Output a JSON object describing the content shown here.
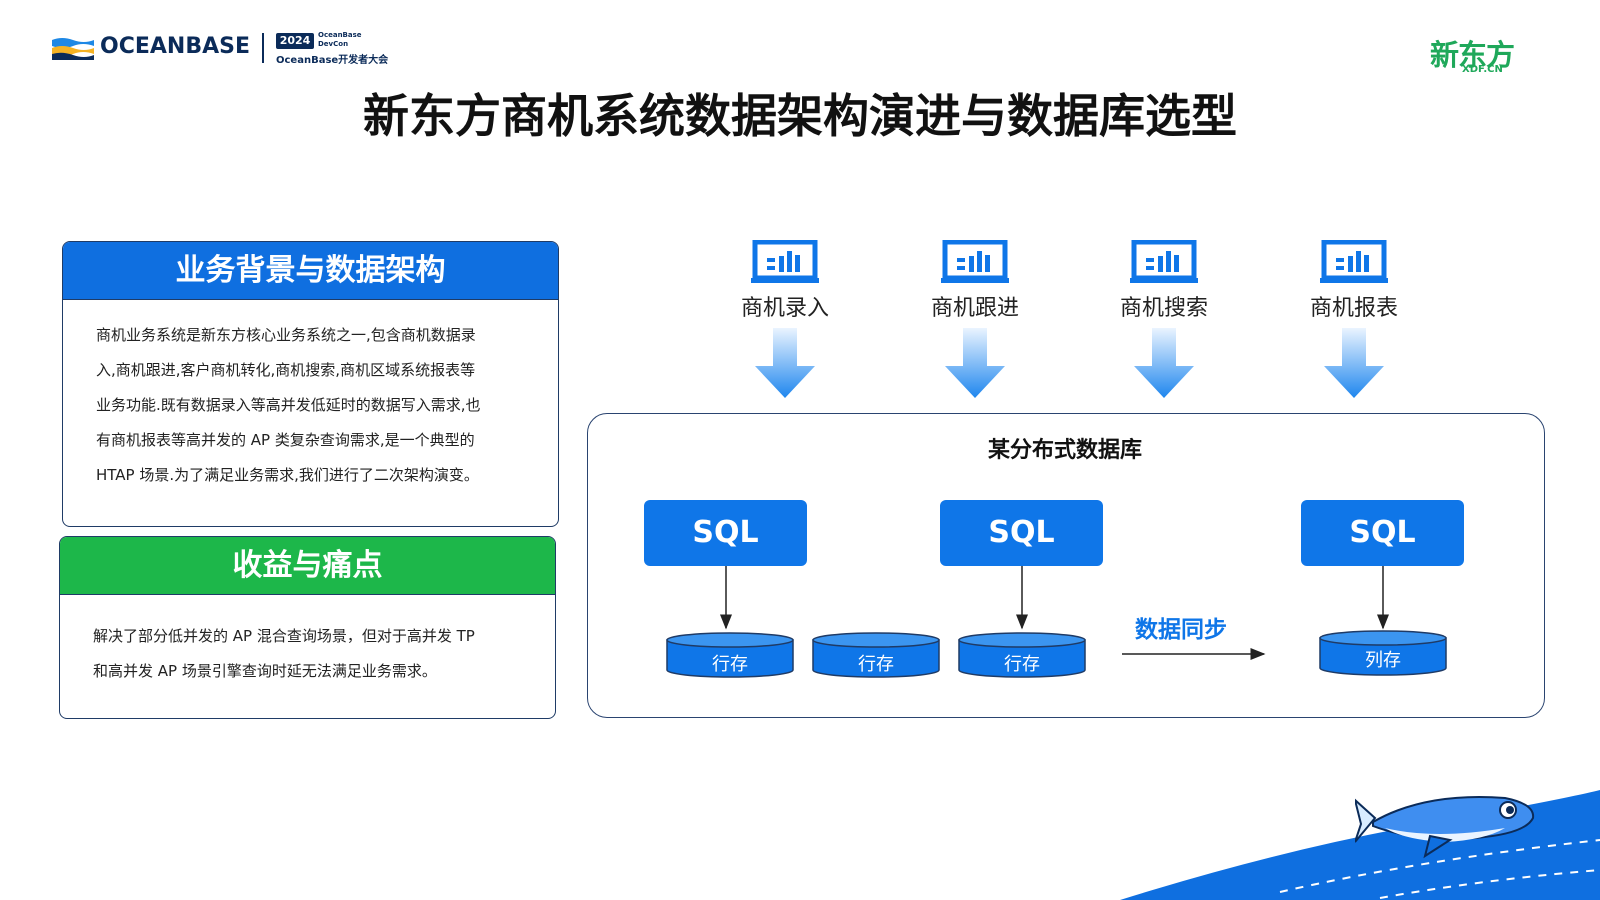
{
  "header": {
    "brand": "OCEANBASE",
    "event_year": "2024",
    "event_mini_lines": [
      "OceanBase",
      "DevCon"
    ],
    "event_name": "OceanBase开发者大会",
    "partner_logo_text": "新东方",
    "partner_logo_sub": "XDF.CN"
  },
  "title": "新东方商机系统数据架构演进与数据库选型",
  "background_card": {
    "heading": "业务背景与数据架构",
    "lines": [
      "商机业务系统是新东方核心业务系统之一,包含商机数据录",
      "入,商机跟进,客户商机转化,商机搜索,商机区域系统报表等",
      "业务功能.既有数据录入等高并发低延时的数据写入需求,也",
      "有商机报表等高并发的 AP 类复杂查询需求,是一个典型的",
      "HTAP 场景.为了满足业务需求,我们进行了二次架构演变。"
    ]
  },
  "gains_card": {
    "heading": "收益与痛点",
    "lines": [
      "解决了部分低并发的 AP 混合查询场景，但对于高并发 TP",
      "和高并发 AP 场景引擎查询时延无法满足业务需求。"
    ]
  },
  "sources": [
    {
      "label": "商机录入",
      "icon": "dashboard-icon"
    },
    {
      "label": "商机跟进",
      "icon": "dashboard-icon"
    },
    {
      "label": "商机搜索",
      "icon": "dashboard-icon"
    },
    {
      "label": "商机报表",
      "icon": "dashboard-icon"
    }
  ],
  "database": {
    "title": "某分布式数据库",
    "sql_nodes": [
      "SQL",
      "SQL",
      "SQL"
    ],
    "storage": [
      "行存",
      "行存",
      "行存",
      "列存"
    ],
    "sync_label": "数据同步"
  },
  "colors": {
    "brand_blue": "#0f76e8",
    "header_blue": "#0f6fe0",
    "header_green": "#1db74a",
    "navy": "#0b2b59",
    "xdf_green": "#1fa85a"
  }
}
